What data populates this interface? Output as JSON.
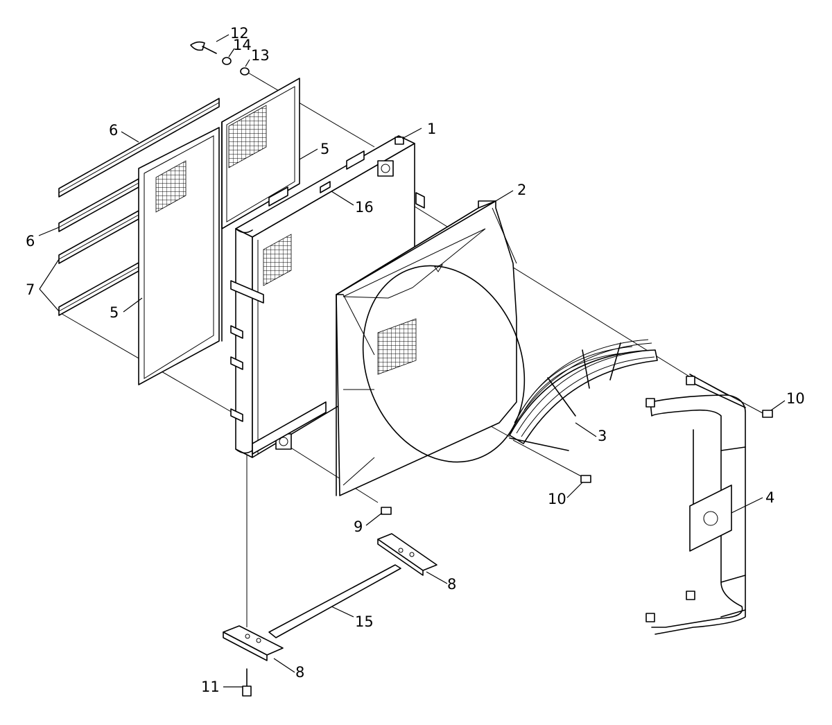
{
  "callouts": {
    "c1": "1",
    "c2": "2",
    "c3": "3",
    "c4": "4",
    "c5a": "5",
    "c5b": "5",
    "c6a": "6",
    "c6b": "6",
    "c7": "7",
    "c8a": "8",
    "c8b": "8",
    "c9": "9",
    "c10a": "10",
    "c10b": "10",
    "c11": "11",
    "c12": "12",
    "c13": "13",
    "c14": "14",
    "c15": "15",
    "c16": "16"
  },
  "colors": {
    "line": "#000000",
    "background": "#ffffff"
  }
}
